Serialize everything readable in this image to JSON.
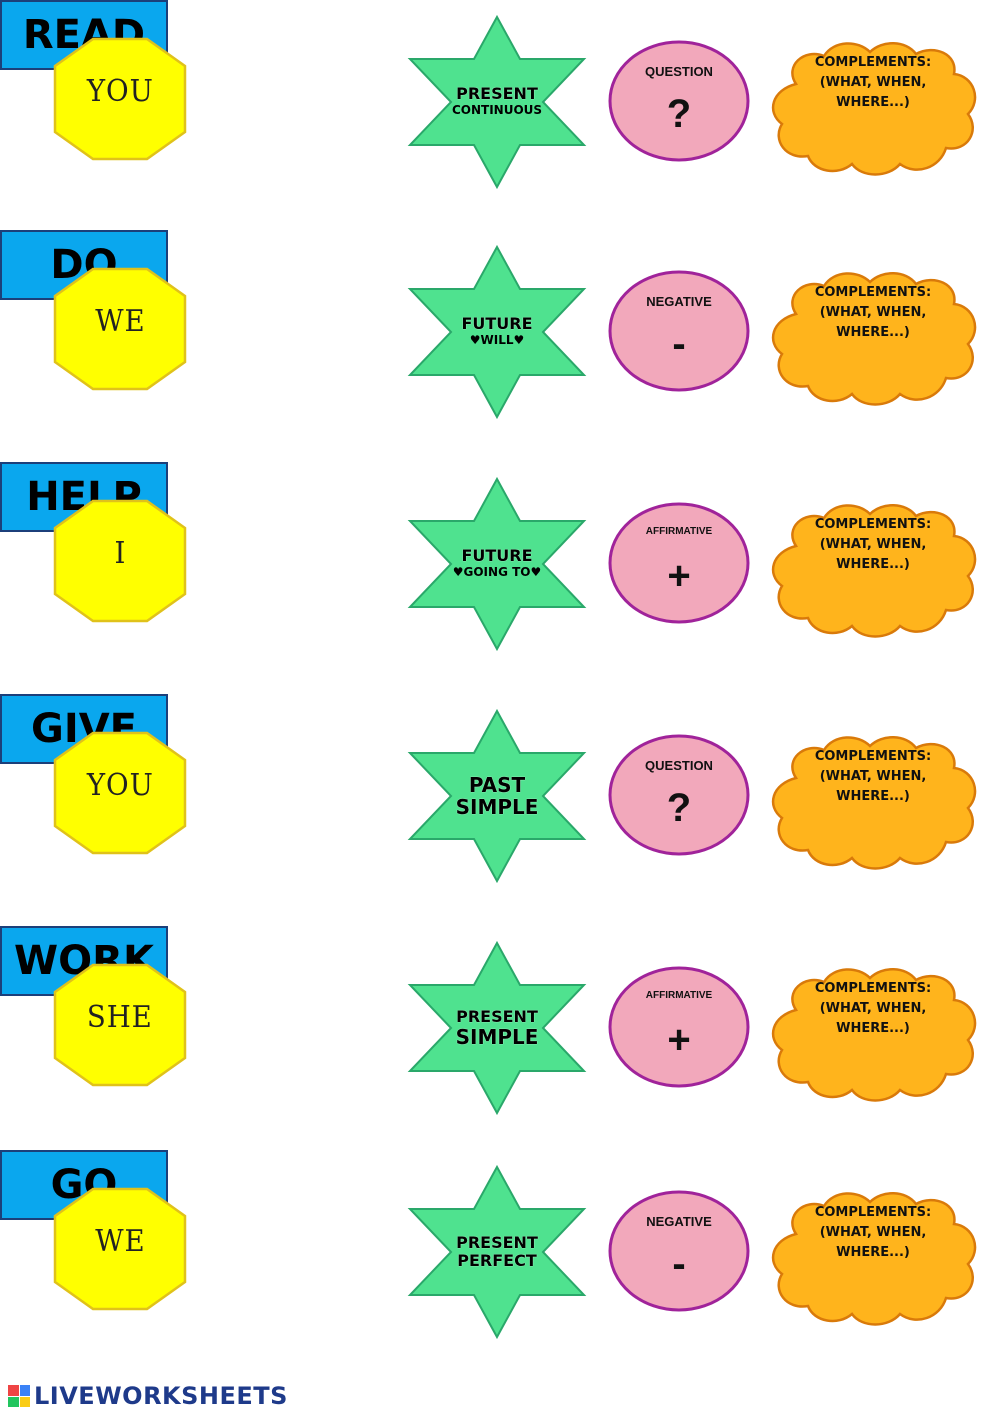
{
  "rows": [
    {
      "subject": "YOU",
      "verb": "READ",
      "tense_line1": "PRESENT",
      "tense_line2": "CONTINUOUS",
      "type": "QUESTION",
      "symbol": "?",
      "complements_1": "COMPLEMENTS:",
      "complements_2": "(WHAT, WHEN,",
      "complements_3": "WHERE...)"
    },
    {
      "subject": "WE",
      "verb": "DO",
      "tense_line1": "FUTURE",
      "tense_line2": "♥WILL♥",
      "type": "NEGATIVE",
      "symbol": "-",
      "complements_1": "COMPLEMENTS:",
      "complements_2": "(WHAT, WHEN,",
      "complements_3": "WHERE...)"
    },
    {
      "subject": "I",
      "verb": "HELP",
      "tense_line1": "FUTURE",
      "tense_line2": "♥GOING TO♥",
      "type": "AFFIRMATIVE",
      "symbol": "+",
      "complements_1": "COMPLEMENTS:",
      "complements_2": "(WHAT, WHEN,",
      "complements_3": "WHERE...)"
    },
    {
      "subject": "YOU",
      "verb": "GIVE",
      "tense_line1": "PAST",
      "tense_line2": "SIMPLE",
      "type": "QUESTION",
      "symbol": "?",
      "complements_1": "COMPLEMENTS:",
      "complements_2": "(WHAT, WHEN,",
      "complements_3": "WHERE...)"
    },
    {
      "subject": "SHE",
      "verb": "WORK",
      "tense_line1": "PRESENT",
      "tense_line2": "SIMPLE",
      "type": "AFFIRMATIVE",
      "symbol": "+",
      "complements_1": "COMPLEMENTS:",
      "complements_2": "(WHAT, WHEN,",
      "complements_3": "WHERE...)"
    },
    {
      "subject": "WE",
      "verb": "GO",
      "tense_line1": "PRESENT",
      "tense_line2": "PERFECT",
      "type": "NEGATIVE",
      "symbol": "-",
      "complements_1": "COMPLEMENTS:",
      "complements_2": "(WHAT, WHEN,",
      "complements_3": "WHERE...)"
    }
  ],
  "footer": {
    "brand": "LIVEWORKSHEETS"
  },
  "colors": {
    "subject_fill": "#ffff00",
    "subject_stroke": "#e0c21a",
    "verb_fill": "#0aa7ee",
    "verb_stroke": "#1c3f7a",
    "tense_fill": "#4fe28f",
    "tense_stroke": "#2aa86a",
    "type_fill": "#f2a8bb",
    "type_stroke": "#a0239a",
    "complements_fill": "#ffb41c",
    "complements_stroke": "#d97a0a",
    "brand_text": "#1e3a8a"
  }
}
